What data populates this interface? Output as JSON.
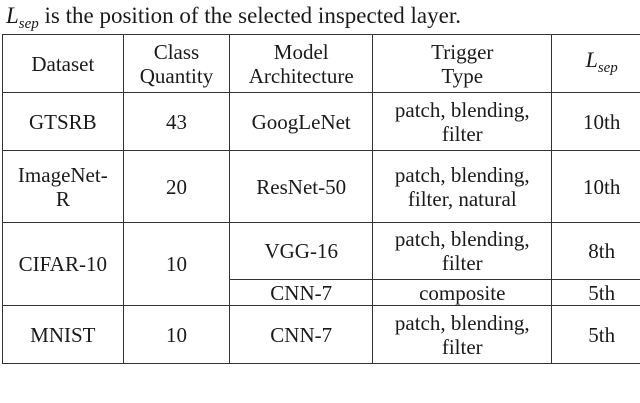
{
  "caption": {
    "symbol": "L",
    "subscript": "sep",
    "text": " is the position of the selected inspected layer."
  },
  "table": {
    "headers": {
      "dataset": "Dataset",
      "class_quantity": [
        "Class",
        "Quantity"
      ],
      "model_architecture": [
        "Model",
        "Architecture"
      ],
      "trigger_type": [
        "Trigger",
        "Type"
      ],
      "lsep_symbol": "L",
      "lsep_sub": "sep"
    },
    "rows": [
      {
        "dataset": [
          "GTSRB"
        ],
        "class_quantity": "43",
        "models": [
          {
            "arch": "GoogLeNet",
            "trigger": [
              "patch, blending,",
              "filter"
            ],
            "lsep": "10th"
          }
        ]
      },
      {
        "dataset": [
          "ImageNet-",
          "R"
        ],
        "class_quantity": "20",
        "models": [
          {
            "arch": "ResNet-50",
            "trigger": [
              "patch, blending,",
              "filter, natural"
            ],
            "lsep": "10th"
          }
        ]
      },
      {
        "dataset": [
          "CIFAR-10"
        ],
        "class_quantity": "10",
        "models": [
          {
            "arch": "VGG-16",
            "trigger": [
              "patch, blending,",
              "filter"
            ],
            "lsep": "8th"
          },
          {
            "arch": "CNN-7",
            "trigger": [
              "composite"
            ],
            "lsep": "5th"
          }
        ]
      },
      {
        "dataset": [
          "MNIST"
        ],
        "class_quantity": "10",
        "models": [
          {
            "arch": "CNN-7",
            "trigger": [
              "patch, blending,",
              "filter"
            ],
            "lsep": "5th"
          }
        ]
      }
    ]
  }
}
